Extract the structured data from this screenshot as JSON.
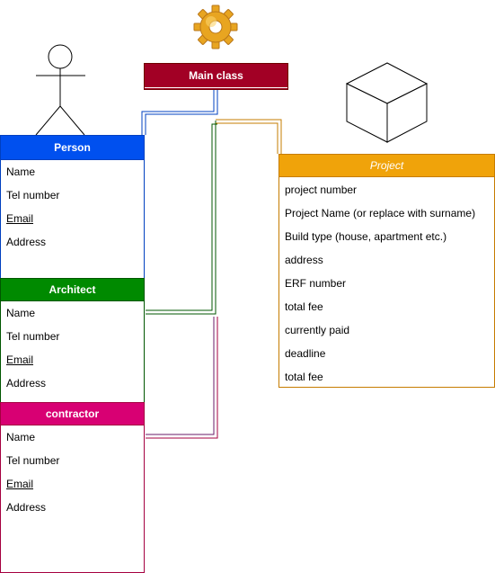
{
  "main_class": {
    "label": "Main class"
  },
  "person": {
    "title": "Person",
    "fields": [
      "Name",
      "Tel number",
      "Email",
      "Address"
    ]
  },
  "architect": {
    "title": "Architect",
    "fields": [
      "Name",
      "Tel number",
      "Email",
      "Address"
    ]
  },
  "contractor": {
    "title": "contractor",
    "fields": [
      "Name",
      "Tel number",
      "Email",
      "Address"
    ]
  },
  "project": {
    "title": "Project",
    "fields": [
      "project number",
      "Project Name (or replace with surname)",
      "Build type (house, apartment etc.)",
      "address",
      "ERF number",
      "total fee",
      "currently paid",
      "deadline",
      "total fee"
    ]
  },
  "colors": {
    "person": "#0050ef",
    "architect": "#008a00",
    "contractor": "#d80073",
    "project": "#f0a30a",
    "main_class": "#a20025"
  },
  "icons": [
    "gear-icon",
    "actor-icon",
    "cube-icon"
  ]
}
